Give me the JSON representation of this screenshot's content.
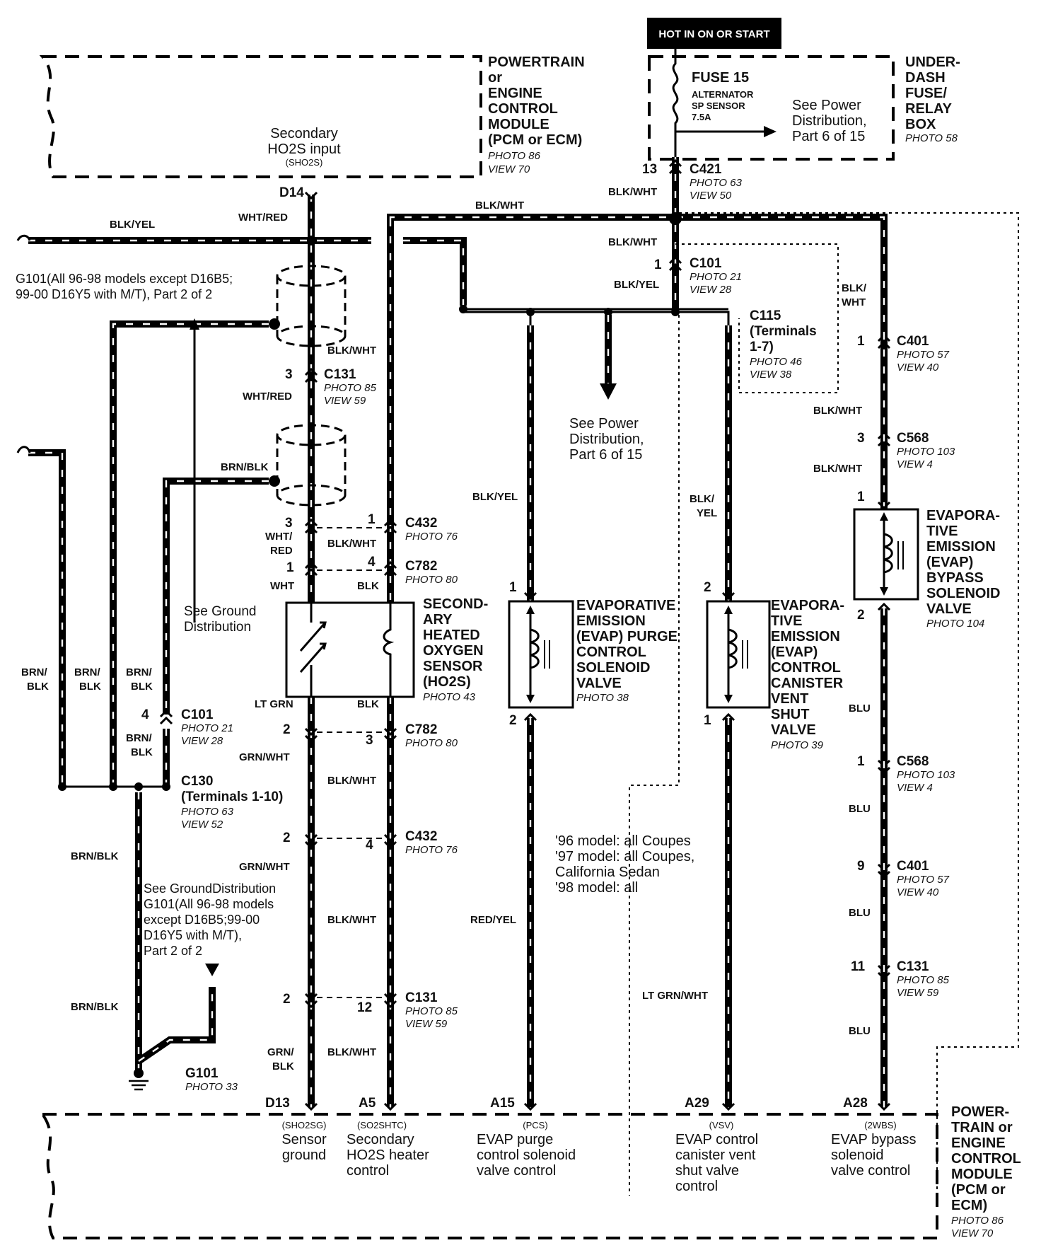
{
  "power_header": "HOT IN ON OR START",
  "pcm_top": {
    "title_lines": [
      "POWERTRAIN",
      "or",
      "ENGINE",
      "CONTROL",
      "MODULE",
      "(PCM or ECM)"
    ],
    "photo": "PHOTO 86",
    "view": "VIEW 70",
    "input_lines": [
      "Secondary",
      "HO2S input"
    ],
    "input_code": "(SHO2S)",
    "pin": "D14"
  },
  "fuse_box": {
    "title_lines": [
      "UNDER-",
      "DASH",
      "FUSE/",
      "RELAY",
      "BOX"
    ],
    "photo": "PHOTO 58",
    "fuse_name": "FUSE 15",
    "fuse_desc": [
      "ALTERNATOR",
      "SP SENSOR",
      "7.5A"
    ],
    "see_lines": [
      "See Power",
      "Distribution,",
      "Part 6 of 15"
    ]
  },
  "connectors": {
    "c421": {
      "name": "C421",
      "pin": "13",
      "photo": "PHOTO 63",
      "view": "VIEW 50"
    },
    "c101_top": {
      "name": "C101",
      "pin": "1",
      "photo": "PHOTO 21",
      "view": "VIEW 28"
    },
    "c115": {
      "name_lines": [
        "C115",
        "(Terminals",
        "1-7)"
      ],
      "photo": "PHOTO 46",
      "view": "VIEW 38"
    },
    "c131_a": {
      "name": "C131",
      "pin": "3",
      "photo": "PHOTO 85",
      "view": "VIEW 59"
    },
    "c432_a": {
      "name": "C432",
      "pin_l": "3",
      "pin_r": "1",
      "photo": "PHOTO 76"
    },
    "c782_a": {
      "name": "C782",
      "pin_l": "1",
      "pin_r": "4",
      "photo": "PHOTO 80"
    },
    "c782_b": {
      "name": "C782",
      "pin_l": "2",
      "pin_r": "3",
      "photo": "PHOTO 80"
    },
    "c432_b": {
      "name": "C432",
      "pin_l": "2",
      "pin_r": "4",
      "photo": "PHOTO 76"
    },
    "c131_b": {
      "name": "C131",
      "pin_l": "2",
      "pin_r": "12",
      "photo": "PHOTO 85",
      "view": "VIEW 59"
    },
    "c101_left": {
      "name": "C101",
      "pin": "4",
      "photo": "PHOTO 21",
      "view": "VIEW 28"
    },
    "c130": {
      "name_lines": [
        "C130",
        "(Terminals 1-10)"
      ],
      "photo": "PHOTO 63",
      "view": "VIEW 52"
    },
    "c401_a": {
      "name": "C401",
      "pin": "1",
      "photo": "PHOTO 57",
      "view": "VIEW 40"
    },
    "c568_a": {
      "name": "C568",
      "pin": "3",
      "photo": "PHOTO 103",
      "view": "VIEW 4"
    },
    "c568_b": {
      "name": "C568",
      "pin": "1",
      "photo": "PHOTO 103",
      "view": "VIEW 4"
    },
    "c401_b": {
      "name": "C401",
      "pin": "9",
      "photo": "PHOTO 57",
      "view": "VIEW 40"
    },
    "c131_c": {
      "name": "C131",
      "pin": "11",
      "photo": "PHOTO 85",
      "view": "VIEW 59"
    }
  },
  "wires": {
    "blk_yel_top": "BLK/YEL",
    "wht_red_1": "WHT/RED",
    "blk_wht_top": "BLK/WHT",
    "blk_wht_c421": "BLK/WHT",
    "blk_wht_c101": "BLK/WHT",
    "blk_yel_c101": "BLK/YEL",
    "blk_wht_a": "BLK/WHT",
    "wht_red_2": "WHT/RED",
    "brn_blk_shield": "BRN/BLK",
    "wht_red_3": [
      "WHT/",
      "RED"
    ],
    "blk_wht_b": "BLK/WHT",
    "wht": "WHT",
    "blk": "BLK",
    "lt_grn": "LT GRN",
    "blk_2": "BLK",
    "grn_wht_1": "GRN/WHT",
    "blk_wht_c": "BLK/WHT",
    "grn_wht_2": "GRN/WHT",
    "blk_wht_d": "BLK/WHT",
    "grn_blk": [
      "GRN/",
      "BLK"
    ],
    "blk_wht_e": "BLK/WHT",
    "brn_blk_1": [
      "BRN/",
      "BLK"
    ],
    "brn_blk_2": [
      "BRN/",
      "BLK"
    ],
    "brn_blk_3": [
      "BRN/",
      "BLK"
    ],
    "brn_blk_4": [
      "BRN/",
      "BLK"
    ],
    "brn_blk_5": "BRN/BLK",
    "brn_blk_6": "BRN/BLK",
    "blk_yel_purge": "BLK/YEL",
    "red_yel": "RED/YEL",
    "blk_yel_vsv": [
      "BLK/",
      "YEL"
    ],
    "lt_grn_wht": "LT GRN/WHT",
    "blk_wht_right1": [
      "BLK/",
      "WHT"
    ],
    "blk_wht_right2": "BLK/WHT",
    "blk_wht_right3": "BLK/WHT",
    "blu_1": "BLU",
    "blu_2": "BLU",
    "blu_3": "BLU",
    "blu_4": "BLU"
  },
  "ground_notes": {
    "g101_top": [
      "G101(All 96-98 models except D16B5;",
      "99-00 D16Y5 with M/T), Part 2 of 2"
    ],
    "see_ground": [
      "See Ground",
      "Distribution"
    ],
    "see_ground_2": [
      "See GroundDistribution",
      "G101(All 96-98 models",
      "except D16B5;99-00",
      "D16Y5 with M/T),",
      "Part 2 of 2"
    ],
    "g101": "G101",
    "g101_photo": "PHOTO 33"
  },
  "components": {
    "ho2s": {
      "lines": [
        "SECOND-",
        "ARY",
        "HEATED",
        "OXYGEN",
        "SENSOR",
        "(HO2S)"
      ],
      "photo": "PHOTO 43"
    },
    "purge": {
      "lines": [
        "EVAPORATIVE",
        "EMISSION",
        "(EVAP) PURGE",
        "CONTROL",
        "SOLENOID",
        "VALVE"
      ],
      "photo": "PHOTO 38",
      "pin_top": "1",
      "pin_bot": "2"
    },
    "vsv": {
      "lines": [
        "EVAPORA-",
        "TIVE",
        "EMISSION",
        "(EVAP)",
        "CONTROL",
        "CANISTER",
        "VENT",
        "SHUT",
        "VALVE"
      ],
      "photo": "PHOTO 39",
      "pin_top": "2",
      "pin_bot": "1"
    },
    "bypass": {
      "lines": [
        "EVAPORA-",
        "TIVE",
        "EMISSION",
        "(EVAP)",
        "BYPASS",
        "SOLENOID",
        "VALVE"
      ],
      "photo": "PHOTO 104",
      "pin_top": "1",
      "pin_bot": "2"
    }
  },
  "see_power_mid": [
    "See Power",
    "Distribution,",
    "Part 6 of 15"
  ],
  "model_note": [
    "'96 model: all Coupes",
    "'97 model: all Coupes,",
    "California Sedan",
    "'98 model: all"
  ],
  "pcm_bottom": {
    "title_lines": [
      "POWER-",
      "TRAIN or",
      "ENGINE",
      "CONTROL",
      "MODULE",
      "(PCM or",
      "ECM)"
    ],
    "photo": "PHOTO 86",
    "view": "VIEW 70",
    "terminals": [
      {
        "pin": "D13",
        "code": "(SHO2SG)",
        "lines": [
          "Sensor",
          "ground"
        ]
      },
      {
        "pin": "A5",
        "code": "(SO2SHTC)",
        "lines": [
          "Secondary",
          "HO2S heater",
          "control"
        ]
      },
      {
        "pin": "A15",
        "code": "(PCS)",
        "lines": [
          "EVAP purge",
          "control solenoid",
          "valve control"
        ]
      },
      {
        "pin": "A29",
        "code": "(VSV)",
        "lines": [
          "EVAP control",
          "canister vent",
          "shut valve",
          "control"
        ]
      },
      {
        "pin": "A28",
        "code": "(2WBS)",
        "lines": [
          "EVAP bypass",
          "solenoid",
          "valve control"
        ]
      }
    ]
  }
}
